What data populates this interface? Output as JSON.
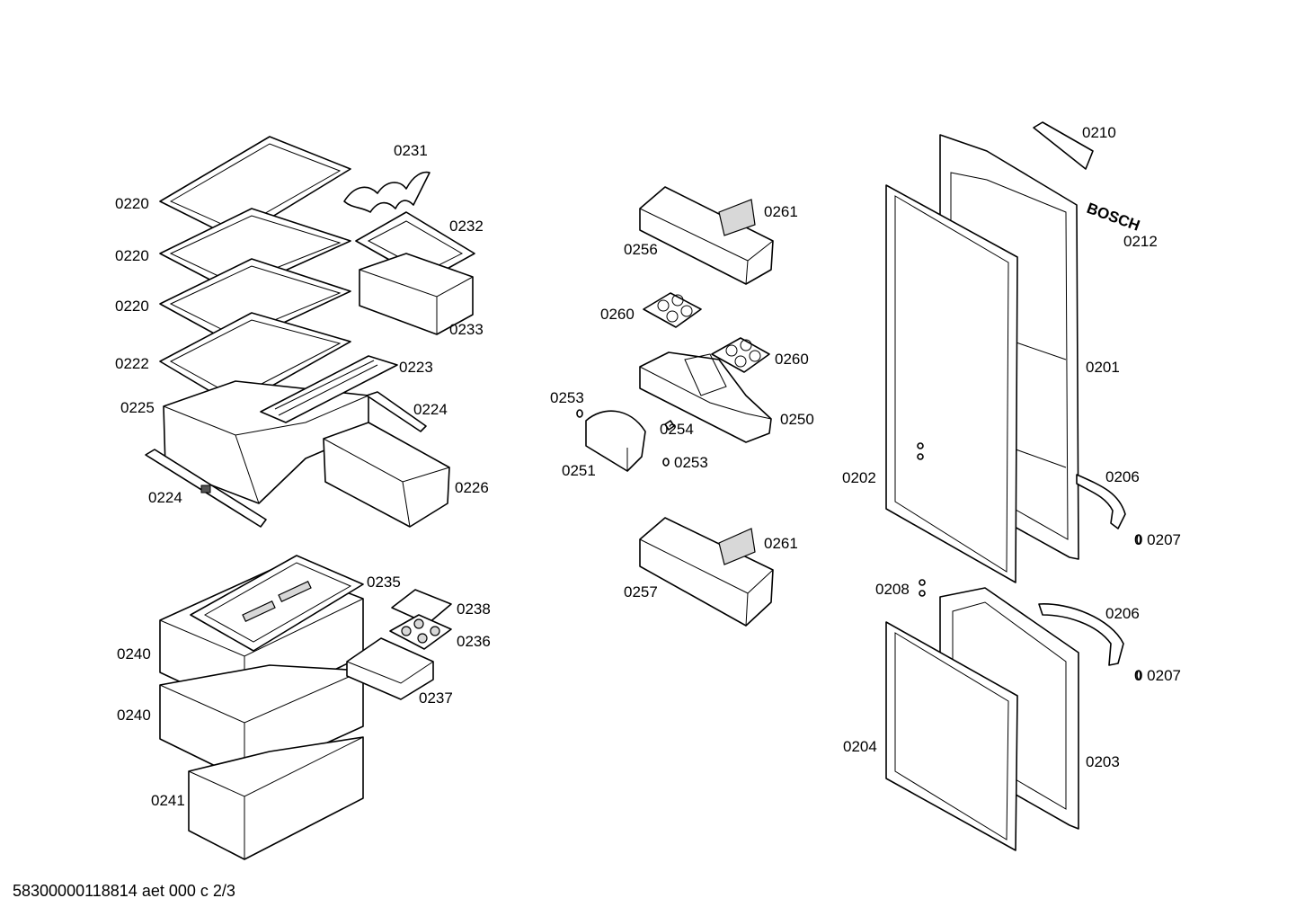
{
  "labels": {
    "l0220a": "0220",
    "l0220b": "0220",
    "l0220c": "0220",
    "l0222": "0222",
    "l0225": "0225",
    "l0224a": "0224",
    "l0224b": "0224",
    "l0223": "0223",
    "l0226": "0226",
    "l0231": "0231",
    "l0232": "0232",
    "l0233": "0233",
    "l0235": "0235",
    "l0238": "0238",
    "l0236": "0236",
    "l0237": "0237",
    "l0240a": "0240",
    "l0240b": "0240",
    "l0241": "0241",
    "l0261a": "0261",
    "l0256": "0256",
    "l0260a": "0260",
    "l0260b": "0260",
    "l0253a": "0253",
    "l0254": "0254",
    "l0253b": "0253",
    "l0250": "0250",
    "l0251": "0251",
    "l0261b": "0261",
    "l0257": "0257",
    "l0210": "0210",
    "l0212": "0212",
    "l0201": "0201",
    "l0202": "0202",
    "l0206a": "0206",
    "l0207a": "0 0207",
    "l0208": "0208",
    "l0206b": "0206",
    "l0207b": "0 0207",
    "l0204": "0204",
    "l0203": "0203"
  },
  "brand": "BOSCH",
  "footer": "58300000118814 aet 000 c 2/3"
}
